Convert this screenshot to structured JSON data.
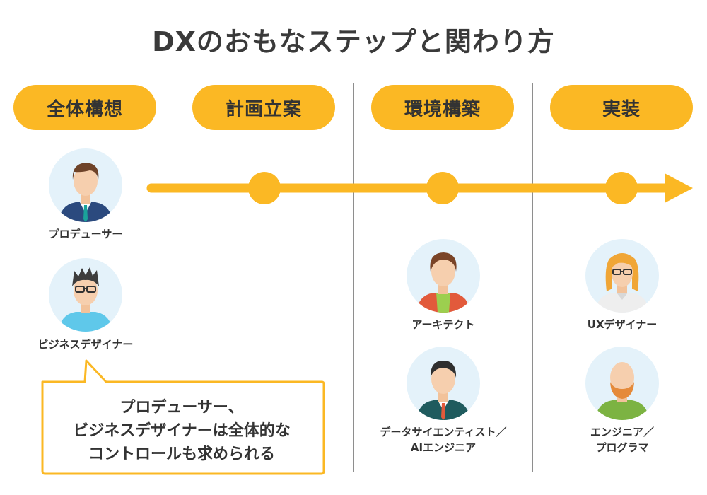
{
  "title": "DXのおもなステップと関わり方",
  "steps": [
    {
      "label": "全体構想"
    },
    {
      "label": "計画立案"
    },
    {
      "label": "環境構築"
    },
    {
      "label": "実装"
    }
  ],
  "roles": {
    "producer": "プロデューサー",
    "business_designer": "ビジネスデザイナー",
    "architect": "アーキテクト",
    "data_scientist_line1": "データサイエンティスト／",
    "data_scientist_line2": "AIエンジニア",
    "ux_designer": "UXデザイナー",
    "engineer_line1": "エンジニア／",
    "engineer_line2": "プログラマ"
  },
  "callout": {
    "line1": "プロデューサー、",
    "line2": "ビジネスデザイナーは全体的な",
    "line3": "コントロールも求められる"
  },
  "colors": {
    "accent": "#fbb824",
    "avatar_bg": "#e4f2fa",
    "text": "#333333"
  }
}
